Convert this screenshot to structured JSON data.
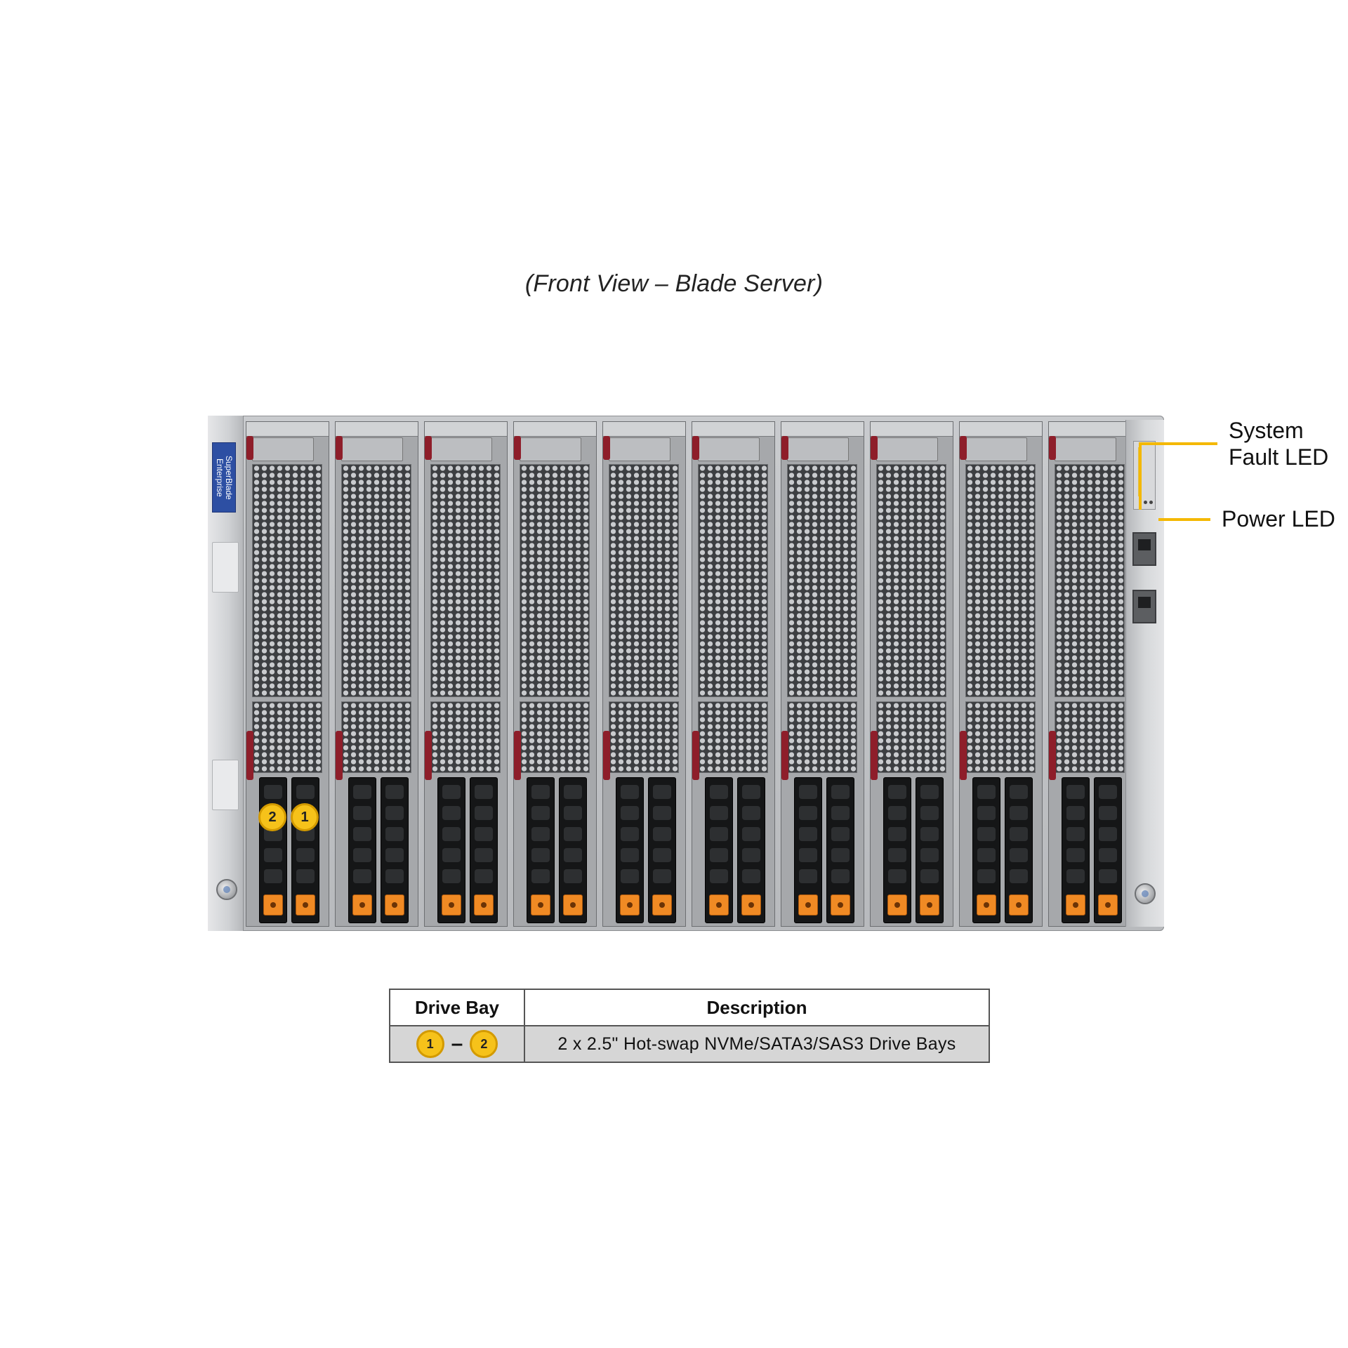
{
  "caption": "(Front View – Blade Server)",
  "chassis": {
    "brand_label": "SuperBlade Enterprise",
    "blade_count": 10
  },
  "callouts": {
    "bay_2": "2",
    "bay_1": "1"
  },
  "leds": {
    "system_fault_line1": "System",
    "system_fault_line2": "Fault LED",
    "power": "Power LED",
    "color": "#f4b800"
  },
  "table": {
    "headers": [
      "Drive Bay",
      "Description"
    ],
    "rows": [
      {
        "bay_from": "1",
        "bay_to": "2",
        "description": "2 x 2.5\" Hot-swap NVMe/SATA3/SAS3 Drive Bays"
      }
    ]
  },
  "colors": {
    "drive_release": "#f08a24",
    "latch": "#8e1e2a",
    "callout": "#f6c21a",
    "brand_tag": "#2d4fa3"
  }
}
